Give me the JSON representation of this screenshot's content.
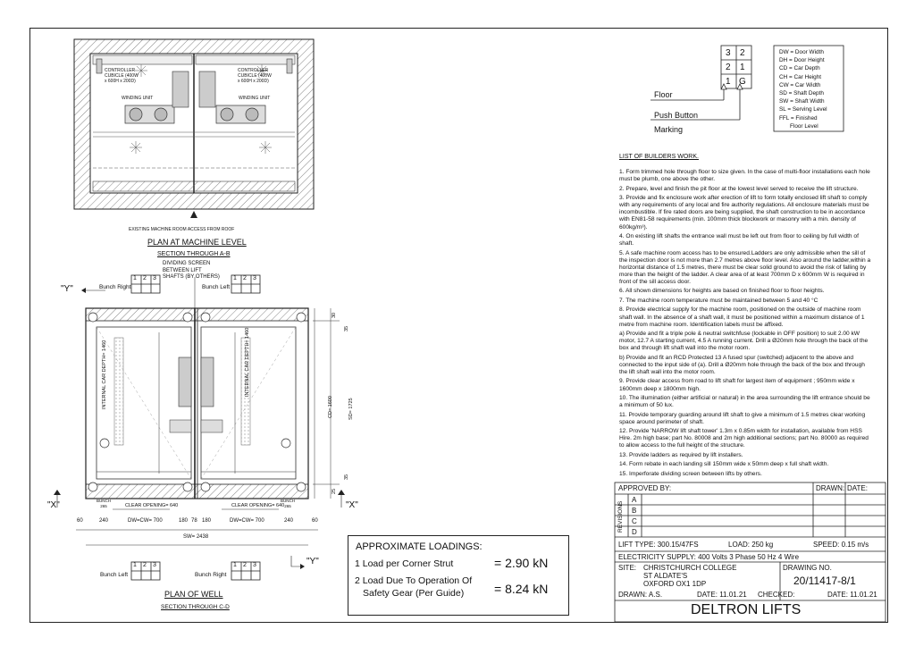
{
  "machine_plan": {
    "controller_label_left": "CONTROLLER\nCUBICLE (400W\nx 600H x 200D)",
    "controller_label_right": "CONTROLLER\nCUBICLE (400W\nx 600H x 200D)",
    "winding_left": "WINDING UNIT",
    "winding_right": "WINDING UNIT",
    "access_note": "EXISTING MACHINE ROOM ACCESS FROM ROOF",
    "title": "PLAN AT MACHINE LEVEL",
    "section": "SECTION THROUGH A-B"
  },
  "well_plan": {
    "dividing_screen": [
      "DIVIDING SCREEN",
      "BETWEEN LIFT",
      "SHAFTS (BY OTHERS)"
    ],
    "y_marker": "\"Y\"",
    "x_marker": "\"X\"",
    "bunch_right_top": "Bunch Right",
    "bunch_left_top": "Bunch Left",
    "bunch_left_bottom": "Bunch Left",
    "bunch_right_bottom": "Bunch Right",
    "internal_depth": "INTERNAL CAR DEPTH= 1460",
    "cd": "CD= 1600",
    "sd": "SD= 1725",
    "dim_30": "30",
    "dim_35_top": "35",
    "dim_35_bottom": "35",
    "dim_25": "25",
    "clear_opening": "CLEAR OPENING= 640",
    "bunch": "BUNCH",
    "bunch_val": "265",
    "bottom_dims": [
      "60",
      "240",
      "DW=CW= 700",
      "180",
      "78",
      "180",
      "DW=CW= 700",
      "240",
      "60"
    ],
    "sw": "SW= 2438",
    "title": "PLAN OF WELL",
    "section": "SECTION THROUGH C-D",
    "num_1": "1",
    "num_2": "2",
    "num_3": "3"
  },
  "button_grid": {
    "cells": [
      "3",
      "2",
      "2",
      "1",
      "1",
      "G"
    ],
    "floor": "Floor",
    "push_button": "Push Button",
    "marking": "Marking"
  },
  "legend": [
    "DW = Door Width",
    "DH = Door Height",
    "CD = Car Depth",
    "CH = Car Height",
    "CW = Car Width",
    "SD = Shaft Depth",
    "SW = Shaft Width",
    "SL = Serving Level",
    "FFL = Finished",
    "Floor Level"
  ],
  "builders_work": {
    "heading": "LIST OF BUILDERS WORK.",
    "items": [
      "1. Form trimmed hole through floor to size given.  In the case of multi-floor installations each hole must be plumb, one above the other.",
      "2. Prepare, level and finish the pit floor at the lowest level served to receive the lift structure.",
      "3. Provide and fix enclosure work after erection of lift to form totally enclosed lift shaft to comply with any requirements of any local and fire authority regulations. All enclosure materials must be incombustible. If fire rated doors are being supplied, the shaft construction to be in accordance with EN81-58 requirements (min. 100mm thick blockwork or masonry with a min. density of 600kg/m³).",
      "4. On existing lift shafts the entrance wall must be left out from floor to ceiling by full width of shaft.",
      "5. A safe machine room access has to be ensured.Ladders are only admissible when the sill of the inspection door is not more than 2.7 metres above floor level. Also around the ladder,within a horizontal distance of 1.5 metres, there must be clear solid ground to avoid the risk of falling by more than the height of the ladder. A clear area of at least 700mm D x 600mm W is required in front of the sill access door.",
      "6. All shown dimensions for heights are based on finished floor to floor heights.",
      "7. The machine room temperature must be maintained between 5 and 40 °C",
      "8. Provide electrical supply for the machine room, positioned on the outside of machine room shaft wall. In the absence of a shaft wall, it must be positioned within a maximum distance of 1 metre from machine room. Identification labels must be affixed.",
      "a) Provide and fit a triple pole & neutral switchfuse  (lockable in OFF position) to suit 2.00 kW motor, 12.7 A starting current, 4.5 A running current. Drill a Ø20mm hole through the back of the box and through lift shaft wall into the motor room.",
      "b)  Provide and fit an RCD Protected 13 A fused spur (switched) adjacent to the above and connected to the input side of (a). Drill a Ø20mm hole through the back of the box and through the lift shaft wall into the motor room.",
      "9. Provide clear access from road to lift shaft for largest item of equipment ; 950mm wide x 1600mm deep x 1800mm high.",
      "10. The illumination (either artificial or natural) in the area surrounding the lift entrance should be a minimum of 50 lux.",
      "11. Provide temporary guarding around lift shaft to give a minimum of 1.5 metres clear working space around perimeter of shaft.",
      "12. Provide 'NARROW lift shaft tower' 1.3m x 0.85m width for installation, available from HSS Hire. 2m high base; part No. 80008 and 2m high additional sections; part No. 80000 as required to allow access to the full height of the structure.",
      "13. Provide ladders as required by lift installers.",
      "14. Form rebate in each landing sill 150mm wide x 50mm deep x full shaft width.",
      "15. Imperforate dividing screen between lifts by others."
    ]
  },
  "loadings": {
    "title": "APPROXIMATE LOADINGS:",
    "line1": "1  Load per Corner Strut",
    "val1": "= 2.90 kN",
    "line2a": "2  Load  Due To Operation Of",
    "line2b": "Safety Gear (Per Guide)",
    "val2": "= 8.24 kN",
    "y_ref": "\"Y\""
  },
  "title_block": {
    "approved_by": "APPROVED BY:",
    "drawn_hdr": "DRAWN:",
    "date_hdr": "DATE:",
    "revisions": "REVISIONS",
    "rev_letters": [
      "A",
      "B",
      "C",
      "D"
    ],
    "lift_type": "LIFT TYPE: 300.15/47FS",
    "load": "LOAD: 250 kg",
    "speed": "SPEED: 0.15 m/s",
    "electricity": "ELECTRICITY SUPPLY:    400 Volts  3 Phase  50 Hz  4 Wire",
    "site_label": "SITE:",
    "site_lines": [
      "CHRISTCHURCH COLLEGE",
      "ST ALDATE'S",
      "OXFORD OX1 1DP"
    ],
    "drawing_no_label": "DRAWING NO.",
    "drawing_no": "20/11417-8/1",
    "drawn": "DRAWN: A.S.",
    "date1": "DATE: 11.01.21",
    "checked": "CHECKED:",
    "date2": "DATE: 11.01.21",
    "company": "DELTRON LIFTS"
  }
}
